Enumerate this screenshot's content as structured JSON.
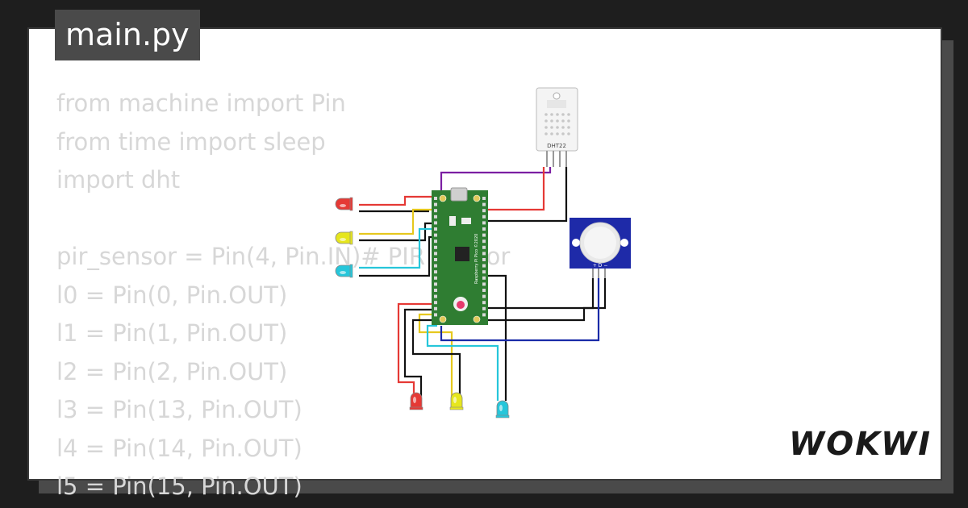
{
  "editor": {
    "file_tab": "main.py",
    "code_lines": [
      "from machine import Pin",
      "from time import sleep",
      "import dht",
      "",
      "pir_sensor = Pin(4, Pin.IN)# PIR sensor",
      "l0 = Pin(0, Pin.OUT)",
      "l1 = Pin(1, Pin.OUT)",
      "l2 = Pin(2, Pin.OUT)",
      "l3 = Pin(13, Pin.OUT)",
      "l4 = Pin(14, Pin.OUT)",
      "l5 = Pin(15, Pin.OUT)"
    ]
  },
  "circuit": {
    "board_label": "Raspberry Pi Pico ©2020",
    "sensor_dht_label": "DHT22",
    "pir_pin_labels": "+ D −",
    "led_colors": [
      "#e53935",
      "#e6e61e",
      "#26c6da",
      "#e53935",
      "#e6e61e",
      "#26c6da"
    ],
    "board_color": "#2f7d32"
  },
  "brand": {
    "logo_text": "WOKWI"
  }
}
